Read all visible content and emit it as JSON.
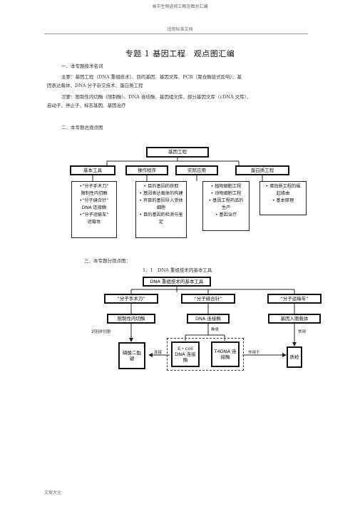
{
  "header": {
    "top_title": "高中生物选修三概念图总汇编",
    "subtitle": "适用标准文档"
  },
  "doc": {
    "title": "专题 1 基因工程　观点图汇编",
    "sec1_heading": "一、本专题技术名词",
    "sec1_line1": "主要：基因工程（DNA 重组技术）、目的基因、基因文库、PCR（聚合酶链式反响）、基",
    "sec1_line2": "因表达载体、DNA 分子杂交技术、蛋白质工程",
    "sec1_line3": "次要：限制性内切酶（限制酶）、DNA 连结酶、基因组文库、部分基因文库（cDNA 文库）、",
    "sec1_line4": "启动子、停止子、标志基因、基因治疗",
    "sec2_heading": "二、本专题总观点图",
    "sec3_heading": "三、本专题分观点图：",
    "sec3_sub": "1．1　DNA 重组技术的基本工具"
  },
  "diagram1": {
    "root": "基因工程",
    "categories": [
      "基本工具",
      "操作程序",
      "实际应用",
      "蛋白质工程"
    ],
    "lists": [
      [
        "•“分子手术刀”",
        "限制性内切酶",
        "•“分子缝合针”",
        "DNA 连接酶",
        "•“分子运输车”",
        "运载体"
      ],
      [
        "• 目的基因的获取",
        "• 基因表达载体的构建",
        "• 将目的基因导入受体",
        "细胞",
        "• 目的基因的检测与鉴",
        "定"
      ],
      [
        "• 植物细胞工程",
        "• 动物细胞工程",
        "• 基因工程药品的",
        "生产",
        "• 基因治疗"
      ],
      [
        "• 蛋白质工程的崛",
        "起缘由",
        "• 基本原理"
      ]
    ]
  },
  "diagram2": {
    "root": "DNA 重组技术的基本工具",
    "nicknames": [
      "“分子手术刀”",
      "“分子缝合针”",
      "“分子运输车”"
    ],
    "tools": [
      "限制性内切酶",
      "DNA 连接酶",
      "基因入胞载体"
    ],
    "ligase_types": [
      "E・coli DNA 连接酶",
      "T4DNA 连接酶"
    ],
    "bond": "磷酸二酯键",
    "target": "质粒",
    "labels": {
      "recognize": "识别并切割",
      "kind": "种类",
      "connect": "连接",
      "act_on": "作用于",
      "common": "常用"
    }
  },
  "footer": {
    "text": "文案大全"
  }
}
